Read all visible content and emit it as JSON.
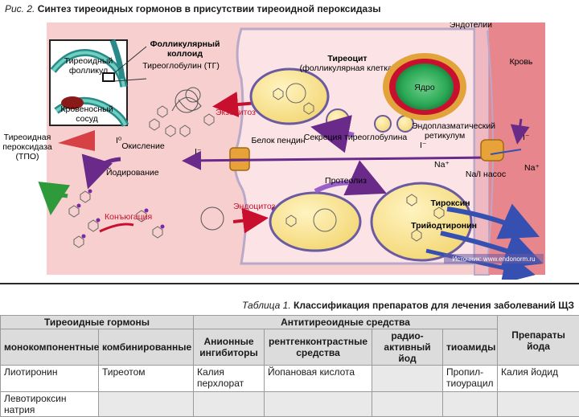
{
  "caption": {
    "number": "Рис. 2.",
    "title": "Синтез тиреоидных гормонов в присутствии тиреоидной пероксидазы"
  },
  "figure": {
    "labels": {
      "follicle": "Тиреоидный",
      "follicle_2": "фолликул",
      "vessel": "Кровеносный",
      "vessel_2": "сосуд",
      "colloid": "Фолликулярный",
      "colloid_2": "коллоид",
      "tg": "Тиреоглобулин (ТГ)",
      "thyrocyte": "Тиреоцит",
      "thyrocyte_2": "(фолликулярная клетка)",
      "endothelium": "Эндотелий",
      "blood": "Кровь",
      "nucleus": "Ядро",
      "exocytosis": "Экзоцитоз",
      "tpo": "Тиреоидная",
      "tpo_2": "пероксидаза",
      "tpo_3": "(ТПО)",
      "oxidation": "Окисление",
      "i0": "I⁰",
      "i_minus_1": "I⁻",
      "iodination": "Йодирование",
      "pendrin": "Белок пендин",
      "secretion": "Секреция тиреоглобулина",
      "er": "Эндоплазматический",
      "er_2": "ретикулум",
      "i_minus_2": "I⁻",
      "i_minus_3": "I⁻",
      "na_1": "Na⁺",
      "na_2": "Na⁺",
      "nai": "Na/I насос",
      "proteolysis": "Протеолиз",
      "conjugation": "Конъюгация",
      "endocytosis": "Эндоцитоз",
      "thyroxine": "Тироксин",
      "triiodothyronine": "Трийодтиронин",
      "source": "Источник: www.endonorm.ru"
    }
  },
  "table": {
    "caption_number": "Таблица 1.",
    "caption_title": "Классификация препаратов для лечения заболеваний ЩЗ",
    "group_thyroid": "Тиреоидные гормоны",
    "group_antithyroid": "Антитиреоидные средства",
    "group_iodine": "Препараты йода",
    "col_mono": "монокомпонентные",
    "col_combo": "комбинированные",
    "col_anion": "Анионные ингибиторы",
    "col_xray": "рентгенконтрастные средства",
    "col_radio": "радио-активный йод",
    "col_thio": "тиоамиды",
    "rows": [
      {
        "mono": "Лиотиронин",
        "combo": "Тиреотом",
        "anion": "Калия перхлорат",
        "xray": "Йопановая кислота",
        "radio": "",
        "thio": "Пропил-тиоурацил",
        "iodine": "Калия йодид"
      },
      {
        "mono": "Левотироксин натрия",
        "combo": "",
        "anion": "",
        "xray": "",
        "radio": "",
        "thio": "",
        "iodine": ""
      }
    ]
  }
}
